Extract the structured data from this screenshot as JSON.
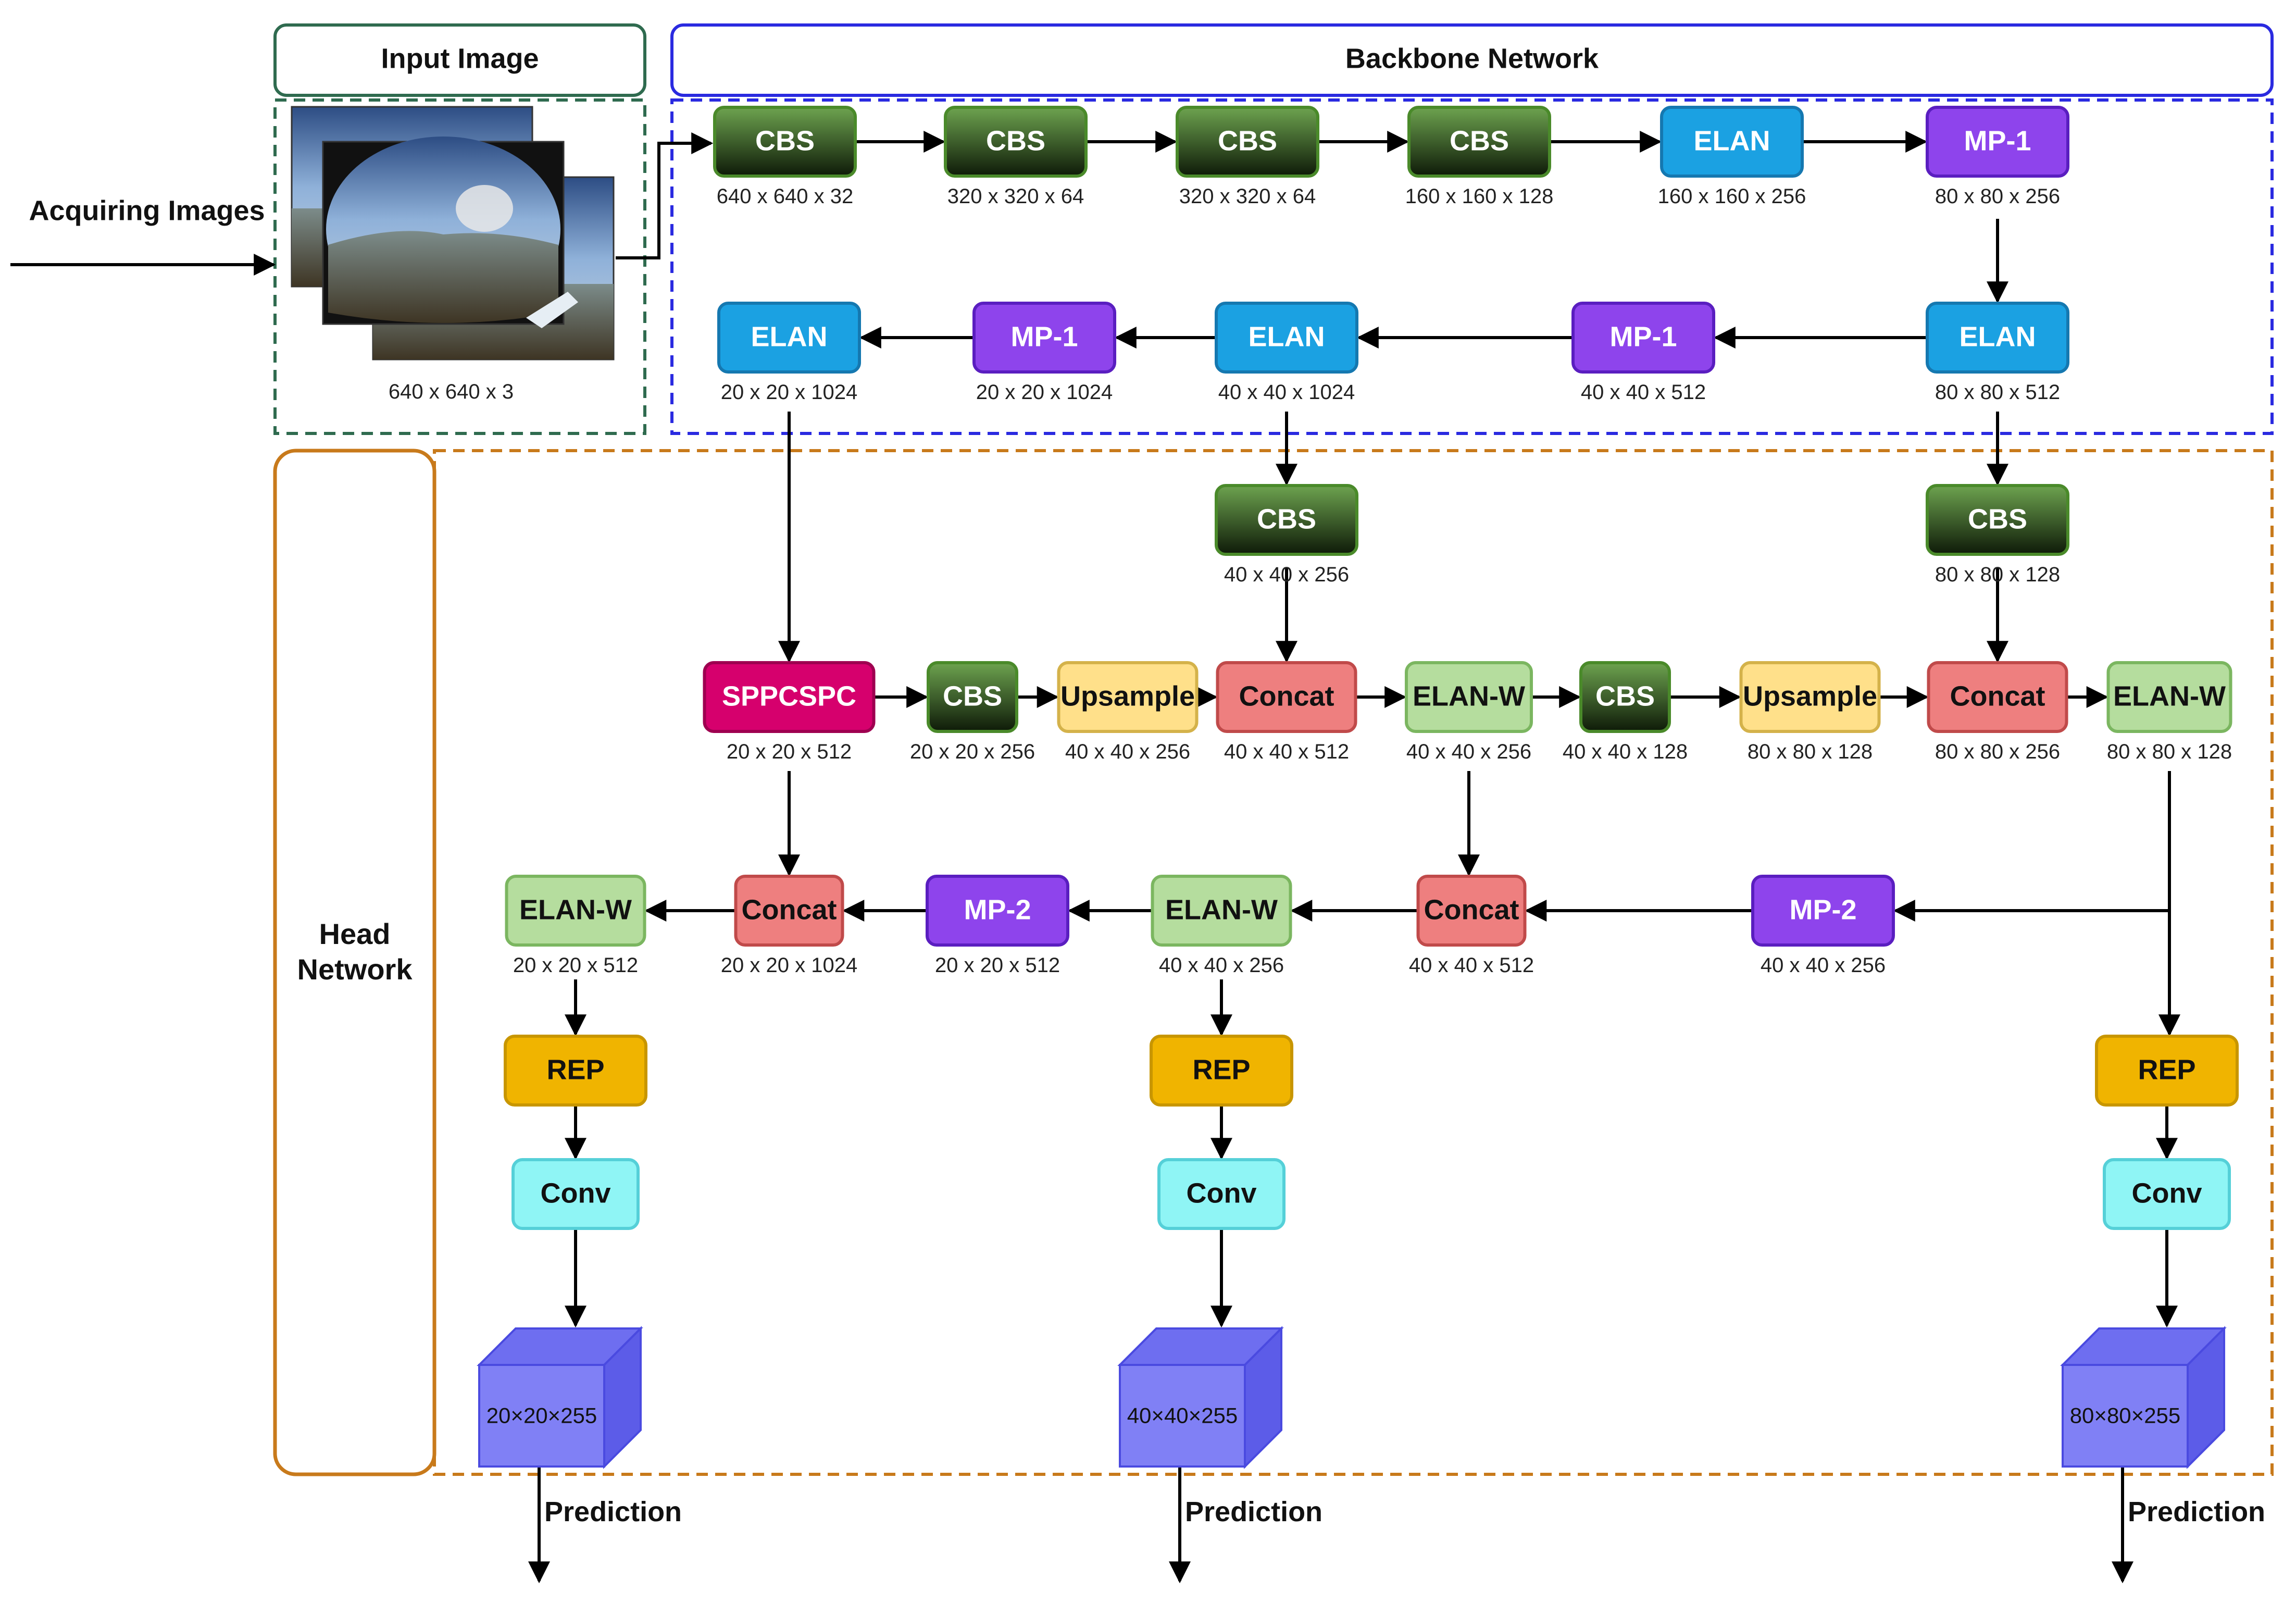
{
  "headers": {
    "input_image": "Input Image",
    "backbone": "Backbone Network",
    "head_line1": "Head",
    "head_line2": "Network"
  },
  "acquiring_label": "Acquiring Images",
  "input_dim": "640 x 640 x 3",
  "prediction_label": "Prediction",
  "colors": {
    "cbs": "#2f5a1e",
    "elan": "#1ba1e2",
    "mp": "#8e44ec",
    "sppcspc": "#d6006d",
    "upsample": "#ffe08a",
    "concat": "#ee7f7f",
    "elan_w": "#b5dd9e",
    "rep": "#f0b400",
    "conv": "#8ff5f5",
    "cube": "#8080f5",
    "backbone_border": "#2a2ae0",
    "input_border": "#2f6b4f",
    "head_border": "#c87a1b"
  },
  "blocks": [
    {
      "id": "b1",
      "label": "CBS",
      "dim": "640 x 640 x 32",
      "kind": "cbs"
    },
    {
      "id": "b2",
      "label": "CBS",
      "dim": "320 x 320 x 64",
      "kind": "cbs"
    },
    {
      "id": "b3",
      "label": "CBS",
      "dim": "320 x 320 x 64",
      "kind": "cbs"
    },
    {
      "id": "b4",
      "label": "CBS",
      "dim": "160 x 160 x 128",
      "kind": "cbs"
    },
    {
      "id": "b5",
      "label": "ELAN",
      "dim": "160 x 160 x 256",
      "kind": "elan"
    },
    {
      "id": "b6",
      "label": "MP-1",
      "dim": "80 x 80 x 256",
      "kind": "mp"
    },
    {
      "id": "b7",
      "label": "ELAN",
      "dim": "80 x 80 x 512",
      "kind": "elan"
    },
    {
      "id": "b8",
      "label": "MP-1",
      "dim": "40 x 40 x 512",
      "kind": "mp"
    },
    {
      "id": "b9",
      "label": "ELAN",
      "dim": "40 x 40 x 1024",
      "kind": "elan"
    },
    {
      "id": "b10",
      "label": "MP-1",
      "dim": "20 x 20 x 1024",
      "kind": "mp"
    },
    {
      "id": "b11",
      "label": "ELAN",
      "dim": "20 x 20 x 1024",
      "kind": "elan"
    },
    {
      "id": "h1",
      "label": "CBS",
      "dim": "40 x 40 x 256",
      "kind": "cbs"
    },
    {
      "id": "h2",
      "label": "CBS",
      "dim": "80 x 80 x 128",
      "kind": "cbs"
    },
    {
      "id": "h3",
      "label": "SPPCSPC",
      "dim": "20 x 20 x 512",
      "kind": "sppcspc"
    },
    {
      "id": "h4",
      "label": "CBS",
      "dim": "20 x 20 x 256",
      "kind": "cbs"
    },
    {
      "id": "h5",
      "label": "Upsample",
      "dim": "40 x 40 x 256",
      "kind": "upsample"
    },
    {
      "id": "h6",
      "label": "Concat",
      "dim": "40 x 40 x 512",
      "kind": "concat"
    },
    {
      "id": "h7",
      "label": "ELAN-W",
      "dim": "40 x 40 x 256",
      "kind": "elan_w"
    },
    {
      "id": "h8",
      "label": "CBS",
      "dim": "40 x 40 x 128",
      "kind": "cbs"
    },
    {
      "id": "h9",
      "label": "Upsample",
      "dim": "80 x 80 x 128",
      "kind": "upsample"
    },
    {
      "id": "h10",
      "label": "Concat",
      "dim": "80 x 80 x 256",
      "kind": "concat"
    },
    {
      "id": "h11",
      "label": "ELAN-W",
      "dim": "80 x 80 x 128",
      "kind": "elan_w"
    },
    {
      "id": "h12",
      "label": "ELAN-W",
      "dim": "20 x 20 x 512",
      "kind": "elan_w"
    },
    {
      "id": "h13",
      "label": "Concat",
      "dim": "20 x 20 x 1024",
      "kind": "concat"
    },
    {
      "id": "h14",
      "label": "MP-2",
      "dim": "20 x 20 x 512",
      "kind": "mp"
    },
    {
      "id": "h15",
      "label": "ELAN-W",
      "dim": "40 x 40 x 256",
      "kind": "elan_w"
    },
    {
      "id": "h16",
      "label": "Concat",
      "dim": "40 x 40 x 512",
      "kind": "concat"
    },
    {
      "id": "h17",
      "label": "MP-2",
      "dim": "40 x 40 x 256",
      "kind": "mp"
    },
    {
      "id": "r1",
      "label": "REP",
      "dim": "",
      "kind": "rep"
    },
    {
      "id": "r2",
      "label": "REP",
      "dim": "",
      "kind": "rep"
    },
    {
      "id": "r3",
      "label": "REP",
      "dim": "",
      "kind": "rep"
    },
    {
      "id": "c1",
      "label": "Conv",
      "dim": "",
      "kind": "conv"
    },
    {
      "id": "c2",
      "label": "Conv",
      "dim": "",
      "kind": "conv"
    },
    {
      "id": "c3",
      "label": "Conv",
      "dim": "",
      "kind": "conv"
    }
  ],
  "outputs": [
    {
      "id": "o1",
      "label": "20×20×255"
    },
    {
      "id": "o2",
      "label": "40×40×255"
    },
    {
      "id": "o3",
      "label": "80×80×255"
    }
  ]
}
